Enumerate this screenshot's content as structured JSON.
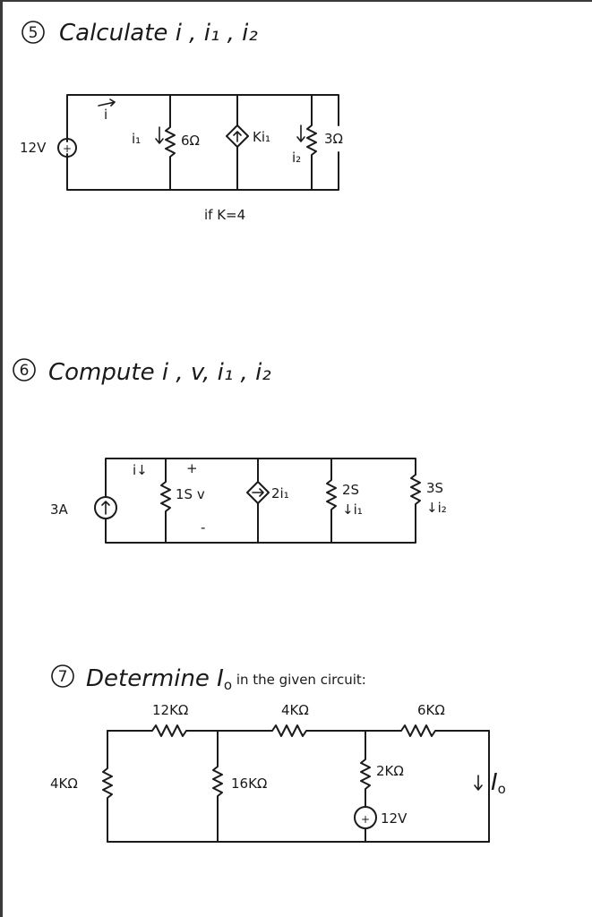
{
  "problems": [
    {
      "number": "5",
      "title": "Calculate  i , i₁ , i₂",
      "labels": {
        "source": "12V",
        "source_sign": "+",
        "current_top": "i",
        "r1_current": "i₁",
        "r1": "6Ω",
        "dep_source": "Ki₁",
        "r2_current": "i₂",
        "r2": "3Ω",
        "condition": "if  K=4"
      }
    },
    {
      "number": "6",
      "title": "Compute  i , v, i₁ , i₂",
      "labels": {
        "source": "3A",
        "current_i": "i↓",
        "plus": "+",
        "g1": "1S  v",
        "minus": "-",
        "dep_source": "2i₁",
        "g2": "2S",
        "g2_current": "↓i₁",
        "g3": "3S",
        "g3_current": "↓i₂"
      }
    },
    {
      "number": "7",
      "title_main": "Determine  I",
      "title_sub": "o",
      "title_rest": " in the given circuit:",
      "labels": {
        "r_top1": "12KΩ",
        "r_top2": "4KΩ",
        "r_top3": "6KΩ",
        "r_left": "4KΩ",
        "r_mid": "16KΩ",
        "r_right": "2KΩ",
        "source": "12V",
        "source_sign": "+",
        "current_out": "I",
        "current_out_sub": "o"
      }
    }
  ]
}
